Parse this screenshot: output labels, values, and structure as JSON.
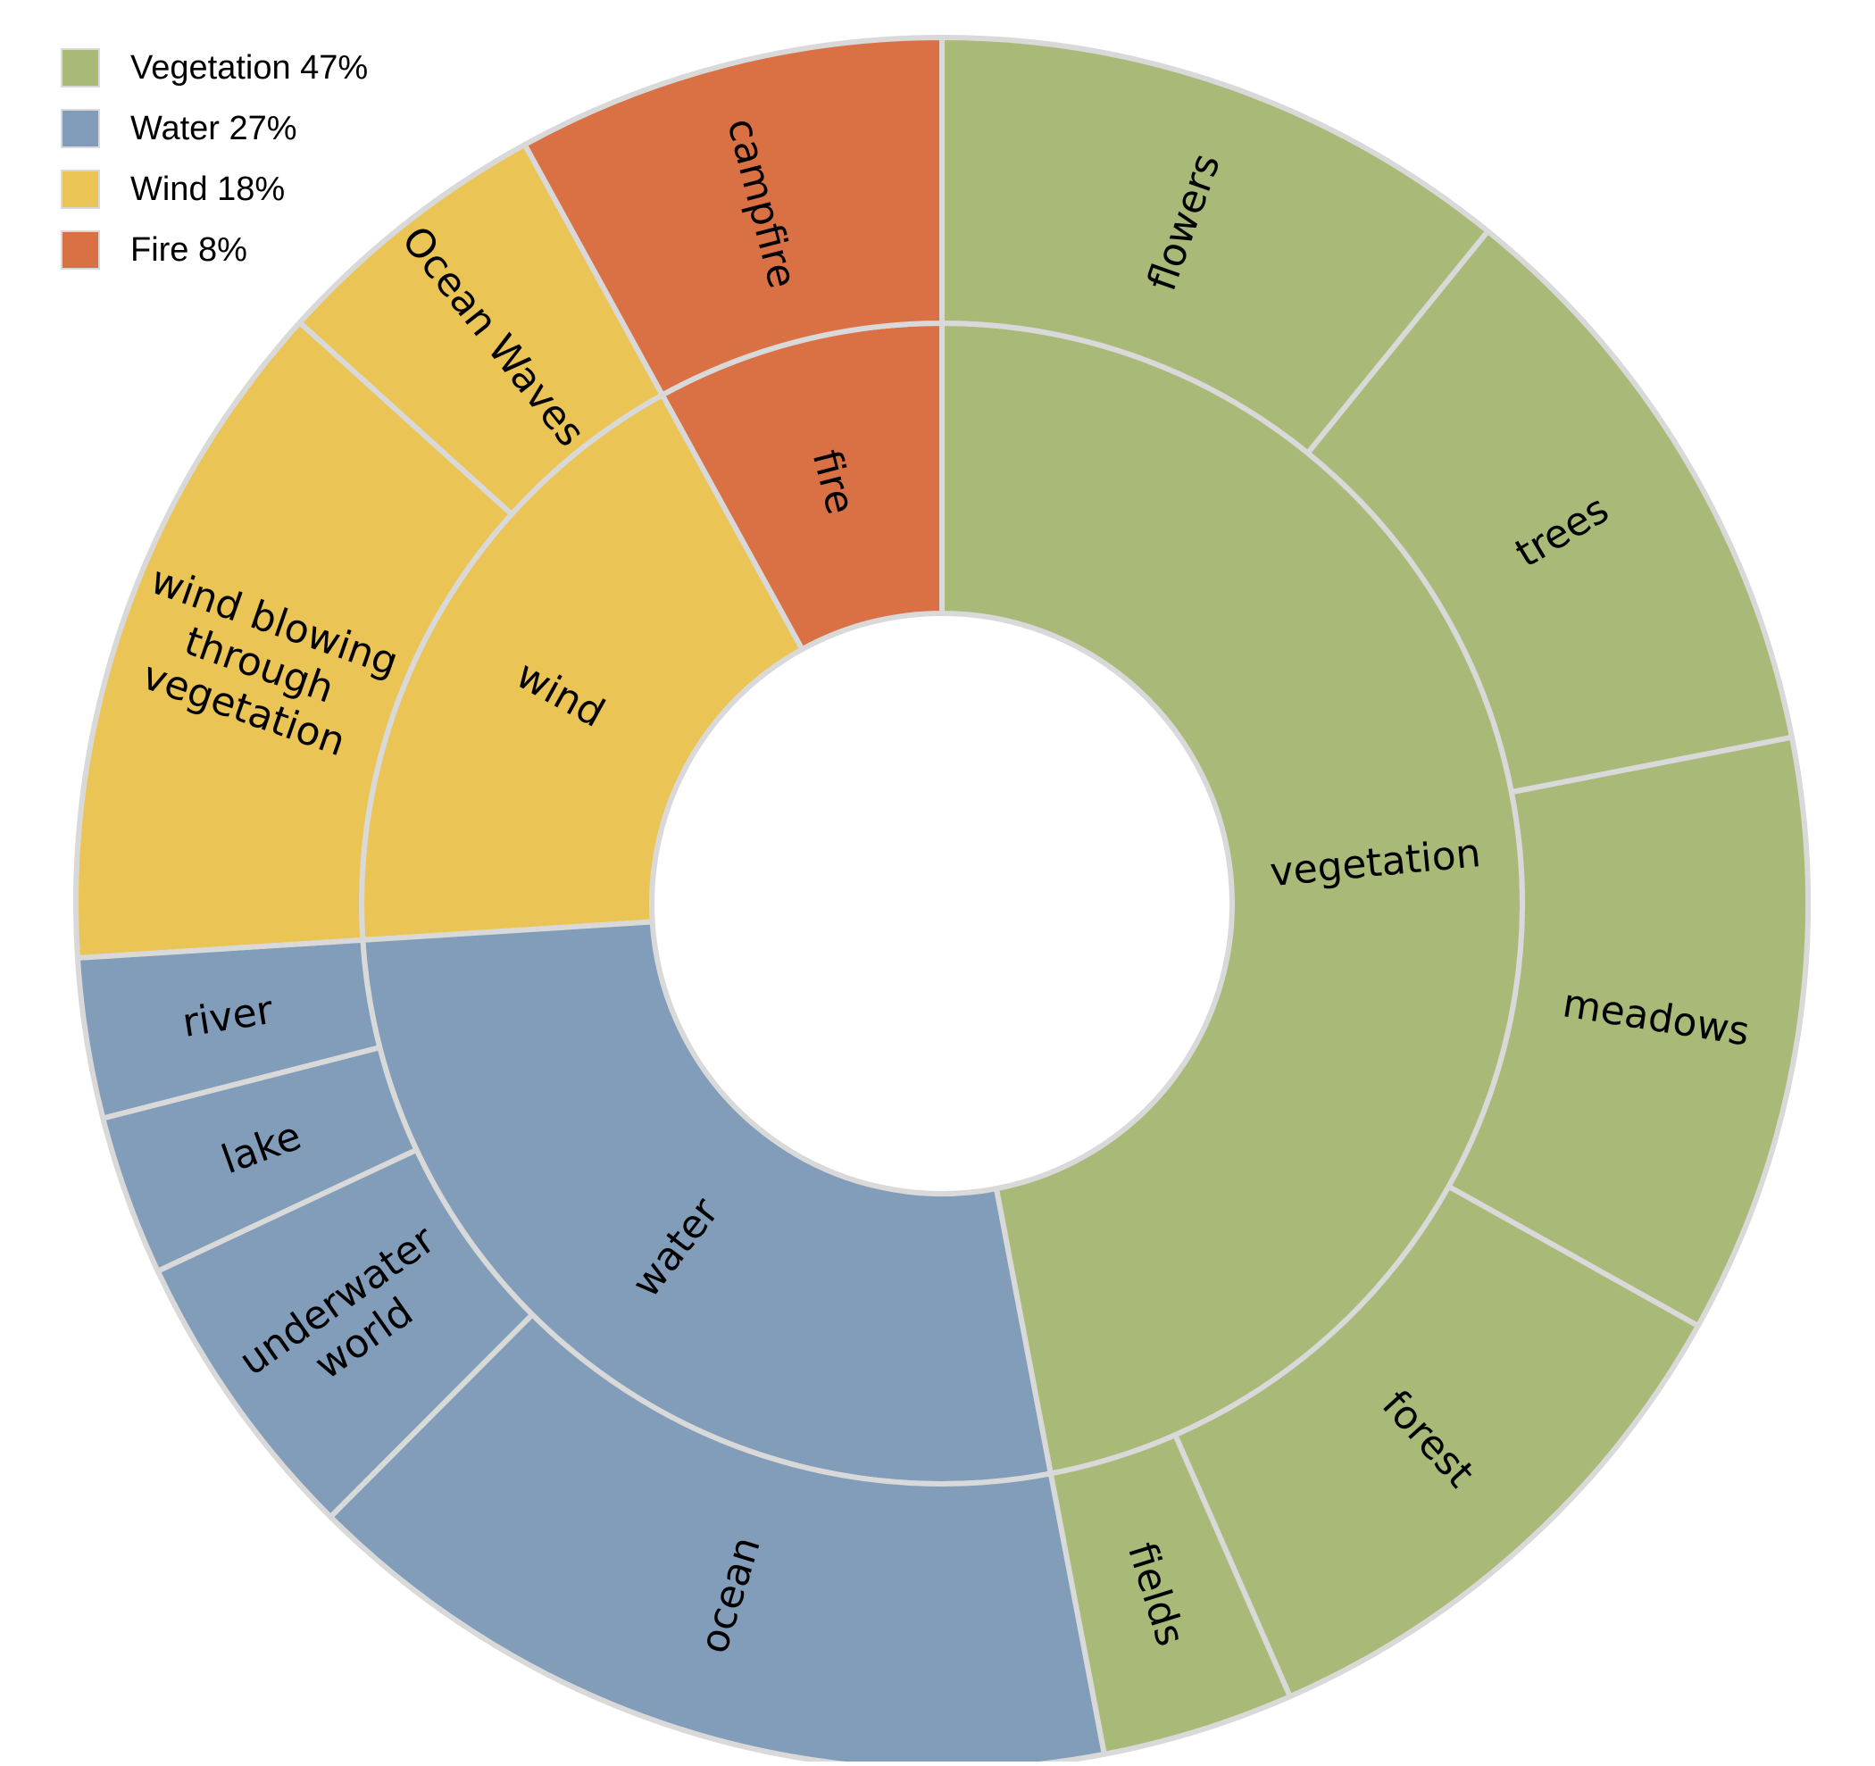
{
  "chart_data": {
    "type": "sunburst",
    "title": "",
    "legend": {
      "placement": "top-left",
      "entries": [
        {
          "label": "Vegetation 47%",
          "color": "#a9ba78"
        },
        {
          "label": "Water 27%",
          "color": "#819db9"
        },
        {
          "label": "Wind 18%",
          "color": "#ebc456"
        },
        {
          "label": "Fire 8%",
          "color": "#d97144"
        }
      ]
    },
    "categories": [
      {
        "label": "vegetation",
        "value": 47,
        "color": "#a9ba78",
        "children": [
          {
            "label": "flowers",
            "value": 10.0
          },
          {
            "label": "trees",
            "value": 10.2
          },
          {
            "label": "meadows",
            "value": 10.3
          },
          {
            "label": "forest",
            "value": 9.5
          },
          {
            "label": "fields",
            "value": 3.3
          }
        ]
      },
      {
        "label": "water",
        "value": 27,
        "color": "#819db9",
        "children": [
          {
            "label": "ocean",
            "value": 14.5
          },
          {
            "label": "underwater\nworld",
            "value": 5.2
          },
          {
            "label": "lake",
            "value": 2.8
          },
          {
            "label": "river",
            "value": 2.8
          }
        ]
      },
      {
        "label": "wind",
        "value": 18,
        "color": "#ebc456",
        "children": [
          {
            "label": "wind blowing\nthrough\nvegetation",
            "value": 12.0
          },
          {
            "label": "Ocean Waves",
            "value": 5.0
          }
        ]
      },
      {
        "label": "fire",
        "value": 8,
        "color": "#d97144",
        "children": [
          {
            "label": "campfire",
            "value": 7.8
          }
        ]
      }
    ]
  }
}
